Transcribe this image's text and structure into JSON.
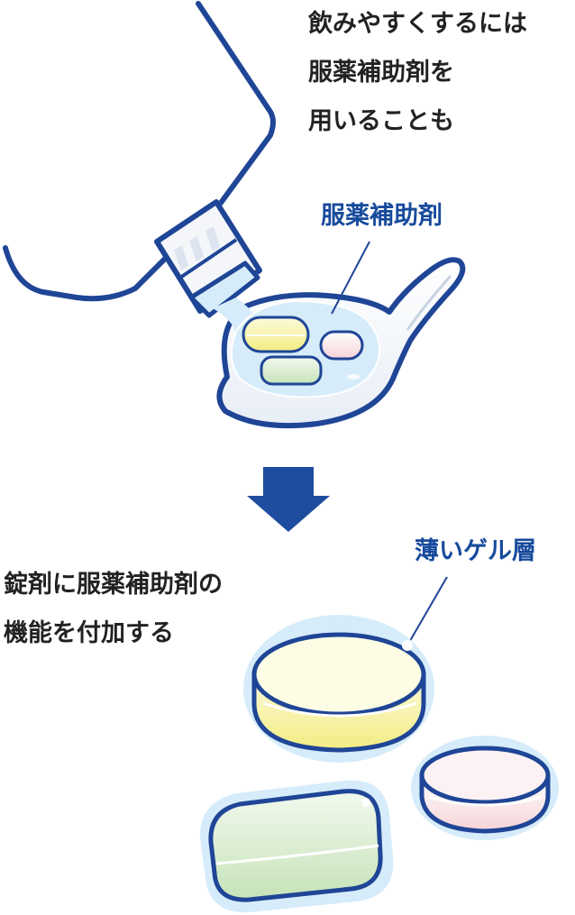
{
  "top_caption": {
    "line1": "飲みやすくするには",
    "line2": "服薬補助剤を",
    "line3": "用いることも"
  },
  "top_label": "服薬補助剤",
  "bottom_caption": {
    "line1": "錠剤に服薬補助剤の",
    "line2": "機能を付加する"
  },
  "bottom_label": "薄いゲル層",
  "colors": {
    "outline": "#1f4596",
    "label_blue": "#174a9c",
    "text": "#222222",
    "gel": "#d6ecfa",
    "yellow_pill": "#f6f2a4",
    "pink_pill": "#f7d9dc",
    "green_pill": "#d4ebc9"
  }
}
